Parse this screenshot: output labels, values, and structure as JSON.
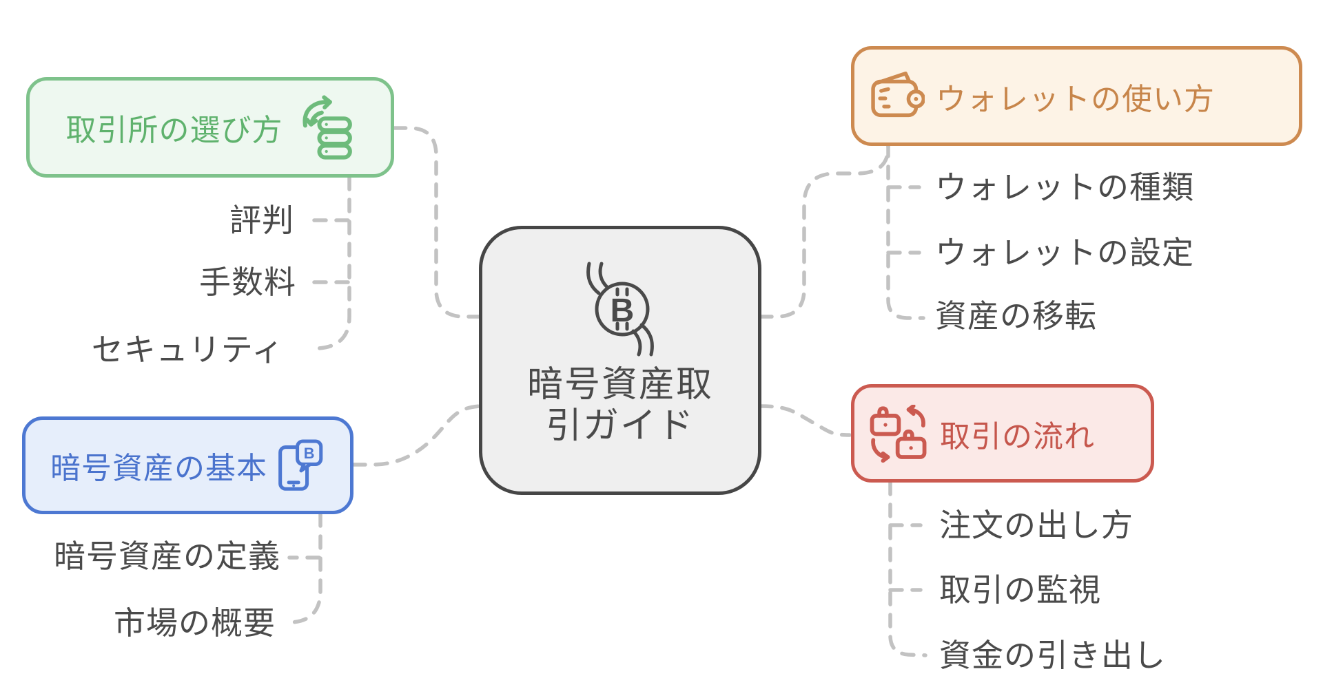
{
  "center": {
    "line1": "暗号資産取",
    "line2": "引ガイド",
    "icon": "bitcoin-hands-icon"
  },
  "branches": [
    {
      "id": "exchange-selection",
      "label": "取引所の選び方",
      "icon": "coin-swap-icon",
      "text_color": "#5fb26d",
      "border_color": "#7ec28b",
      "bg_color": "#eef8f0",
      "children": [
        "評判",
        "手数料",
        "セキュリティ"
      ]
    },
    {
      "id": "crypto-basics",
      "label": "暗号資産の基本",
      "icon": "phone-crypto-icon",
      "text_color": "#4a73cd",
      "border_color": "#4d78d2",
      "bg_color": "#e6eefb",
      "children": [
        "暗号資産の定義",
        "市場の概要"
      ]
    },
    {
      "id": "wallet-usage",
      "label": "ウォレットの使い方",
      "icon": "wallet-icon",
      "text_color": "#c7854a",
      "border_color": "#cd8a50",
      "bg_color": "#fdf3e6",
      "children": [
        "ウォレットの種類",
        "ウォレットの設定",
        "資産の移転"
      ]
    },
    {
      "id": "trading-flow",
      "label": "取引の流れ",
      "icon": "briefcase-swap-icon",
      "text_color": "#c5564c",
      "border_color": "#cb5a50",
      "bg_color": "#fbe9e7",
      "children": [
        "注文の出し方",
        "取引の監視",
        "資金の引き出し"
      ]
    }
  ],
  "style": {
    "connector_color": "#c2c2c2",
    "center_border_color": "#464646",
    "center_bg_color": "#efefef",
    "leaf_text_color": "#4a4a4a",
    "canvas_bg": "#ffffff"
  }
}
